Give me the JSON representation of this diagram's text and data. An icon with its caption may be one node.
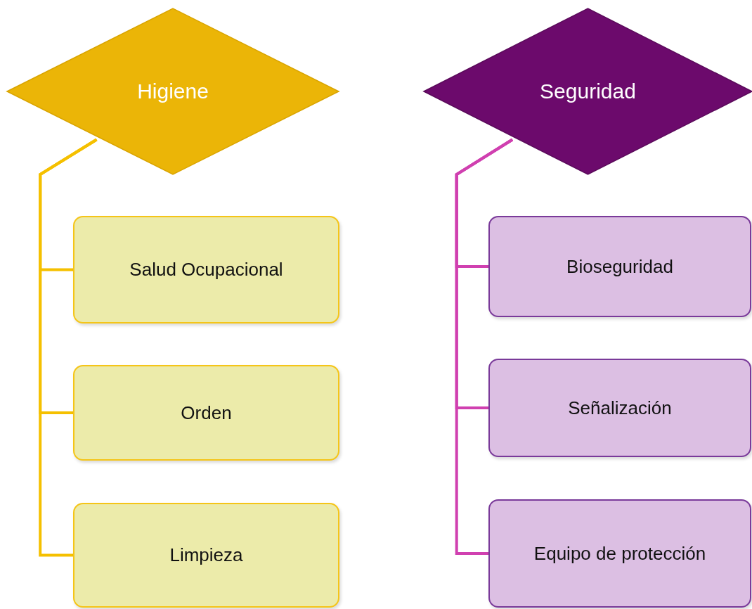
{
  "diagram": {
    "nodes": [
      {
        "text": [
          "Higiene"
        ]
      },
      {
        "text": [
          "Salud Ocupacional"
        ]
      },
      {
        "text": [
          "Orden"
        ]
      },
      {
        "text": [
          "Limpieza"
        ]
      },
      {
        "text": [
          "Seguridad"
        ]
      },
      {
        "text": [
          "Bioseguridad"
        ]
      },
      {
        "text": [
          "Señalización"
        ]
      },
      {
        "text": [
          "Equipo de protección"
        ]
      }
    ],
    "edges": [
      {
        "from": 0,
        "to": 1,
        "arrow": "none",
        "color": "#f5c000"
      },
      {
        "from": 0,
        "to": 2,
        "arrow": "none",
        "color": "#f5c000"
      },
      {
        "from": 0,
        "to": 3,
        "arrow": "none",
        "color": "#f5c000"
      },
      {
        "from": 4,
        "to": 5,
        "arrow": "none",
        "color": "#d040b0"
      },
      {
        "from": 4,
        "to": 6,
        "arrow": "none",
        "color": "#d040b0"
      },
      {
        "from": 4,
        "to": 7,
        "arrow": "none",
        "color": "#d040b0"
      }
    ]
  }
}
